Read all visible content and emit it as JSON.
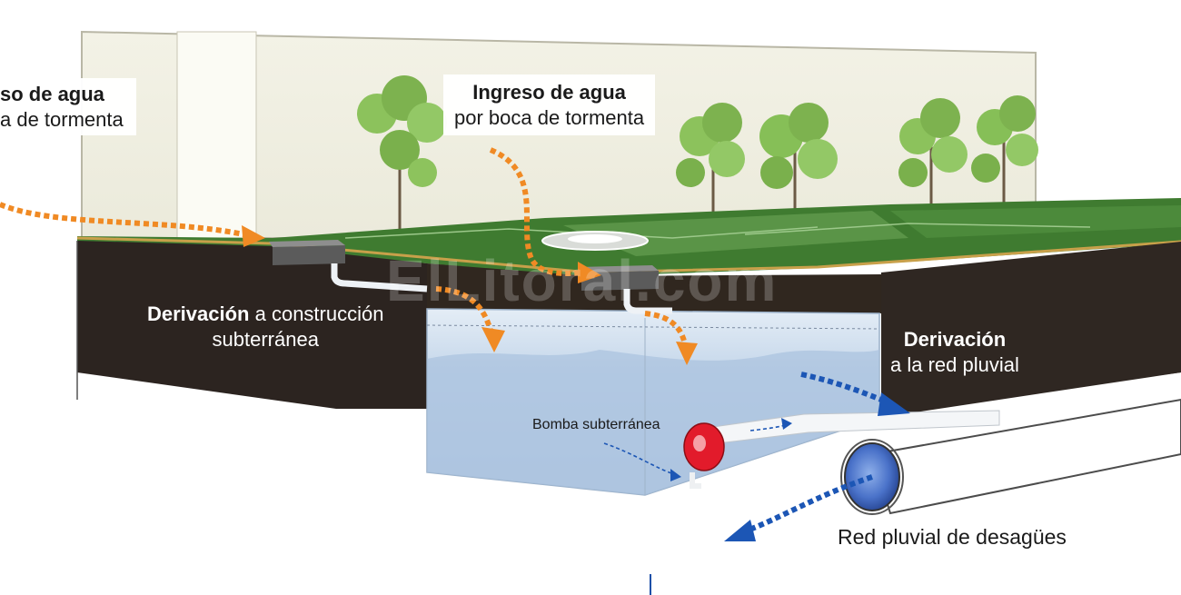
{
  "labels": {
    "ingreso_left": {
      "bold": "so de agua",
      "normal": "a de tormenta"
    },
    "ingreso_center": {
      "bold": "Ingreso de agua",
      "normal": "por boca de tormenta"
    },
    "derivacion_left": {
      "bold": "Derivación",
      "rest": " a construcción",
      "line2": "subterránea"
    },
    "derivacion_right": {
      "bold": "Derivación",
      "line2": "a la red pluvial"
    },
    "bomba": "Bomba subterránea",
    "red_pluvial": "Red pluvial de desagües"
  },
  "watermark": "ElLitoral.com",
  "colors": {
    "inflow_arrow": "#f08a24",
    "outflow_arrow": "#1c56b5",
    "pump": "#e21b2b",
    "soil": "#2c2420",
    "grass": "#3d7a2e",
    "tank_water": "#b8cfe8"
  }
}
